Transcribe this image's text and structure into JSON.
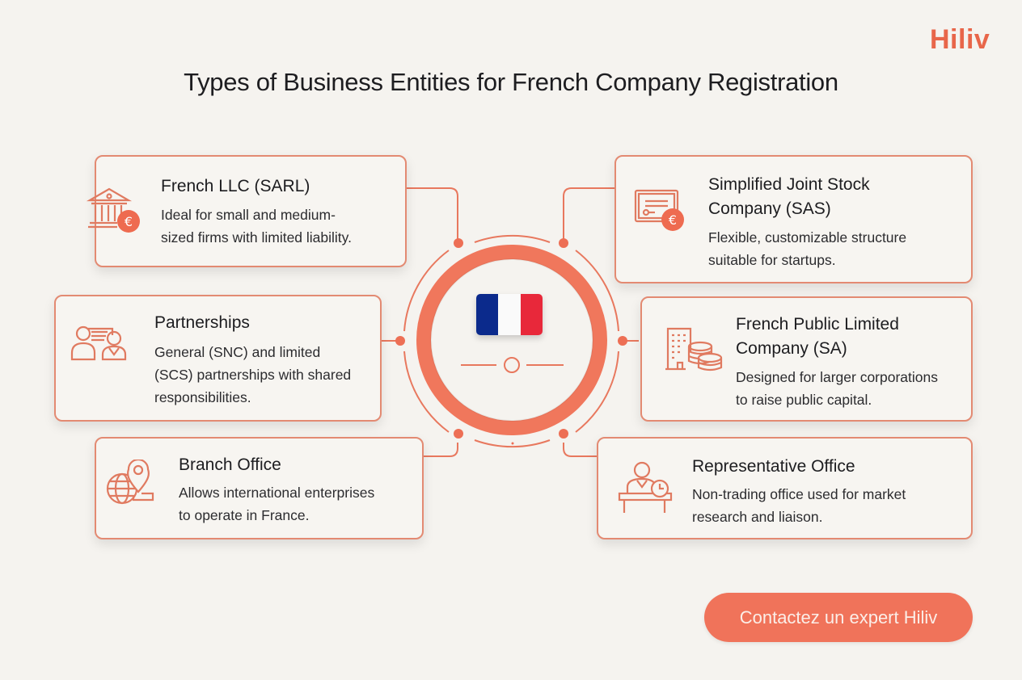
{
  "brand": {
    "logo_text": "Hiliv",
    "accent": "#e8664a",
    "cta_color": "#f0735a"
  },
  "title": "Types of Business Entities for French Company Registration",
  "center": {
    "emblem": "france-flag",
    "flag_colors": [
      "#002395",
      "#ffffff",
      "#ed2939"
    ]
  },
  "entities": [
    {
      "name": "French LLC (SARL)",
      "desc_lines": [
        "Ideal for small and medium-",
        "sized firms with limited liability."
      ],
      "icon": "bank-euro-icon"
    },
    {
      "name_lines": [
        "Simplified Joint Stock",
        "Company (SAS)"
      ],
      "desc_lines": [
        "Flexible, customizable structure",
        "suitable for startups."
      ],
      "icon": "certificate-euro-icon"
    },
    {
      "name": "Partnerships",
      "desc_lines": [
        "General (SNC) and limited",
        "(SCS) partnerships with shared",
        "responsibilities."
      ],
      "icon": "partners-icon"
    },
    {
      "name_lines": [
        "French Public Limited",
        "Company (SA)"
      ],
      "desc_lines": [
        "Designed for larger corporations",
        "to raise public capital."
      ],
      "icon": "building-coins-icon"
    },
    {
      "name": "Branch Office",
      "desc_lines": [
        "Allows international enterprises",
        "to operate in France."
      ],
      "icon": "globe-pin-icon"
    },
    {
      "name": "Representative Office",
      "desc_lines": [
        "Non-trading office used for market",
        "research and liaison."
      ],
      "icon": "person-desk-clock-icon"
    }
  ],
  "cta": {
    "label": "Contactez un expert Hiliv"
  }
}
